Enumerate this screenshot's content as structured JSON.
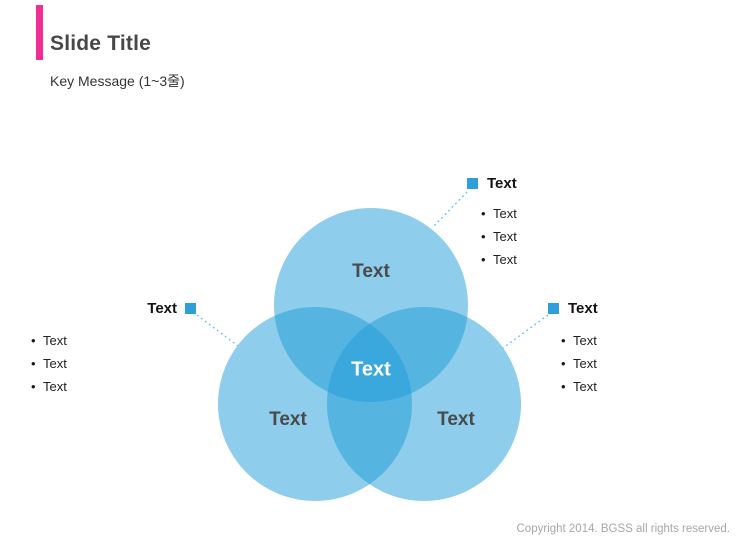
{
  "slide": {
    "title": "Slide Title",
    "subtitle": "Key Message (1~3줄)",
    "footer": "Copyright 2014. BGSS all rights reserved."
  },
  "diagram": {
    "type": "venn-3-circle",
    "circles": [
      {
        "position": "top",
        "label": "Text"
      },
      {
        "position": "bottom-left",
        "label": "Text"
      },
      {
        "position": "bottom-right",
        "label": "Text"
      }
    ],
    "center_label": "Text"
  },
  "callouts": {
    "top_right": {
      "title": "Text",
      "items": [
        "Text",
        "Text",
        "Text"
      ]
    },
    "left": {
      "title": "Text",
      "items": [
        "Text",
        "Text",
        "Text"
      ]
    },
    "right": {
      "title": "Text",
      "items": [
        "Text",
        "Text",
        "Text"
      ]
    }
  },
  "glyphs": {
    "bullet": "•"
  },
  "colors": {
    "accent_pink": "#F12E94",
    "venn_blue_base": "#1E9BD7",
    "venn_single": "#8ECDEB",
    "venn_double_overlap": "#56B4E1",
    "venn_triple_overlap": "#3AA8DC",
    "marker_square_blue": "#2E9FD9",
    "dotted_connector": "#6CC0E8",
    "title_text": "#474747",
    "circle_label_text": "#4A4A4A",
    "footer_text": "#A6A6A6"
  }
}
